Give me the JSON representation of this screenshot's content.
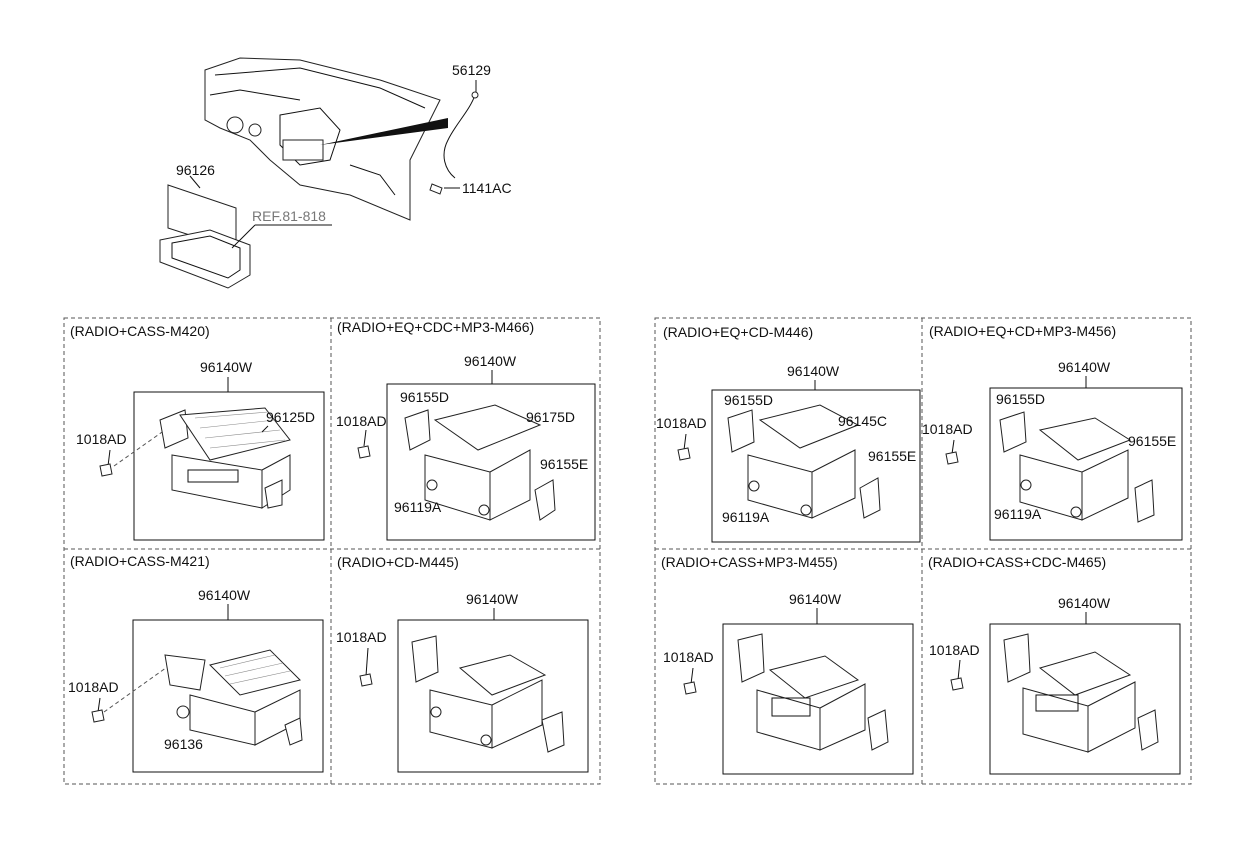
{
  "overview": {
    "labels": {
      "antenna": "56129",
      "screw": "1141AC",
      "cover": "96126",
      "ref": "REF.81-818"
    }
  },
  "panels": [
    {
      "id": "m420",
      "title": "(RADIO+CASS-M420)",
      "assembly": "96140W",
      "bolt": "1018AD",
      "parts": [
        "96125D"
      ]
    },
    {
      "id": "m466",
      "title": "(RADIO+EQ+CDC+MP3-M466)",
      "assembly": "96140W",
      "bolt": "1018AD",
      "parts": [
        "96155D",
        "96175D",
        "96155E",
        "96119A"
      ]
    },
    {
      "id": "m421",
      "title": "(RADIO+CASS-M421)",
      "assembly": "96140W",
      "bolt": "1018AD",
      "parts": [
        "96136"
      ]
    },
    {
      "id": "m445",
      "title": "(RADIO+CD-M445)",
      "assembly": "96140W",
      "bolt": "1018AD",
      "parts": []
    },
    {
      "id": "m446",
      "title": "(RADIO+EQ+CD-M446)",
      "assembly": "96140W",
      "bolt": "1018AD",
      "parts": [
        "96155D",
        "96145C",
        "96155E",
        "96119A"
      ]
    },
    {
      "id": "m456",
      "title": "(RADIO+EQ+CD+MP3-M456)",
      "assembly": "96140W",
      "bolt": "1018AD",
      "parts": [
        "96155D",
        "96155E",
        "96119A"
      ]
    },
    {
      "id": "m455",
      "title": "(RADIO+CASS+MP3-M455)",
      "assembly": "96140W",
      "bolt": "1018AD",
      "parts": []
    },
    {
      "id": "m465",
      "title": "(RADIO+CASS+CDC-M465)",
      "assembly": "96140W",
      "bolt": "1018AD",
      "parts": []
    }
  ]
}
